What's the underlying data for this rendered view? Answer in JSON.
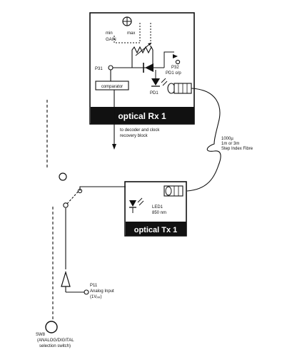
{
  "rx": {
    "gain_min": "min",
    "gain_max": "max",
    "gain_label": "GAIN",
    "p32": "P32",
    "p31": "P31",
    "pd1_op": "PD1 o/p",
    "comparator": "comparator",
    "pd1": "PD1",
    "title": "optical Rx 1"
  },
  "decoder_note": {
    "line1": "to decoder and clock",
    "line2": "recovery block"
  },
  "fibre": {
    "line1": "1000µ",
    "line2": "1m or 3m",
    "line3": "Step Index Fibre"
  },
  "tx": {
    "led_name": "LED1",
    "led_wavelength": "850 nm",
    "title": "optical Tx 1"
  },
  "p11": {
    "line1": "P11",
    "line2": "Analog Input",
    "line3": "(1Vₚₚ)"
  },
  "sw8": {
    "line1": "SW8",
    "line2": "(ANALOG/DIGITAL",
    "line3": "selection switch)"
  }
}
